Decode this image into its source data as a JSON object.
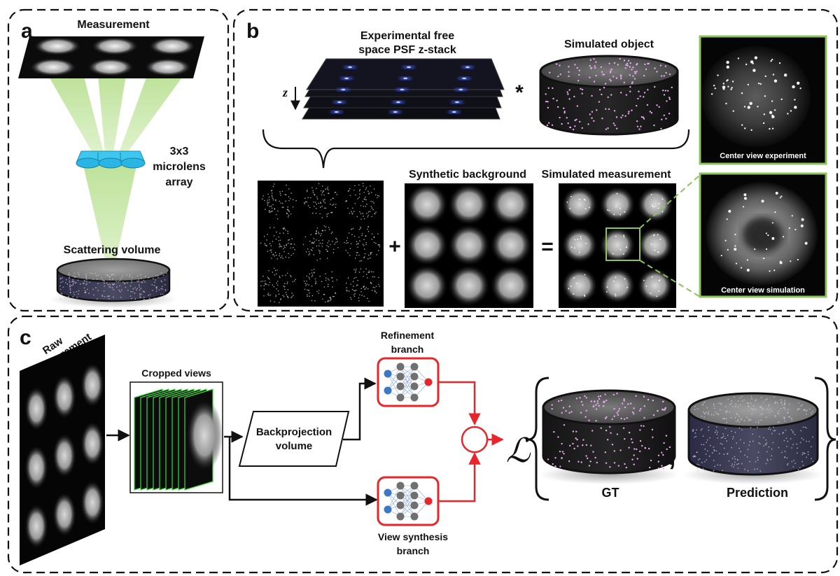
{
  "panels": {
    "a": {
      "letter": "a",
      "measurement": "Measurement",
      "microlens_line1": "3x3",
      "microlens_line2": "microlens",
      "microlens_line3": "array",
      "scattering": "Scattering volume"
    },
    "b": {
      "letter": "b",
      "psf_line1": "Experimental free",
      "psf_line2": "space PSF z-stack",
      "z_axis": "z",
      "convolve": "*",
      "simulated_object": "Simulated object",
      "synthetic_background": "Synthetic background",
      "simulated_measurement": "Simulated measurement",
      "plus": "+",
      "equals": "=",
      "center_view_experiment": "Center view experiment",
      "center_view_simulation": "Center view simulation"
    },
    "c": {
      "letter": "c",
      "raw_line1": "Raw",
      "raw_line2": "Measurement",
      "cropped_views": "Cropped views",
      "backprojection_line1": "Backprojection",
      "backprojection_line2": "volume",
      "refinement_line1": "Refinement",
      "refinement_line2": "branch",
      "view_synthesis_line1": "View synthesis",
      "view_synthesis_line2": "branch",
      "loss_symbol": "ℒ",
      "comma": ",",
      "gt": "GT",
      "prediction": "Prediction"
    }
  },
  "colors": {
    "green_light": "#9fd36a",
    "green_frame": "#8cc35e",
    "red_accent": "#e8262a",
    "lens_cyan": "#29b6e5",
    "particle_pink": "#e8a8f0",
    "node_blue": "#3c78c8",
    "node_gray": "#707070"
  },
  "icons": [
    "sum-circle-icon",
    "neural-network-icon",
    "cylinder-volume-icon"
  ]
}
